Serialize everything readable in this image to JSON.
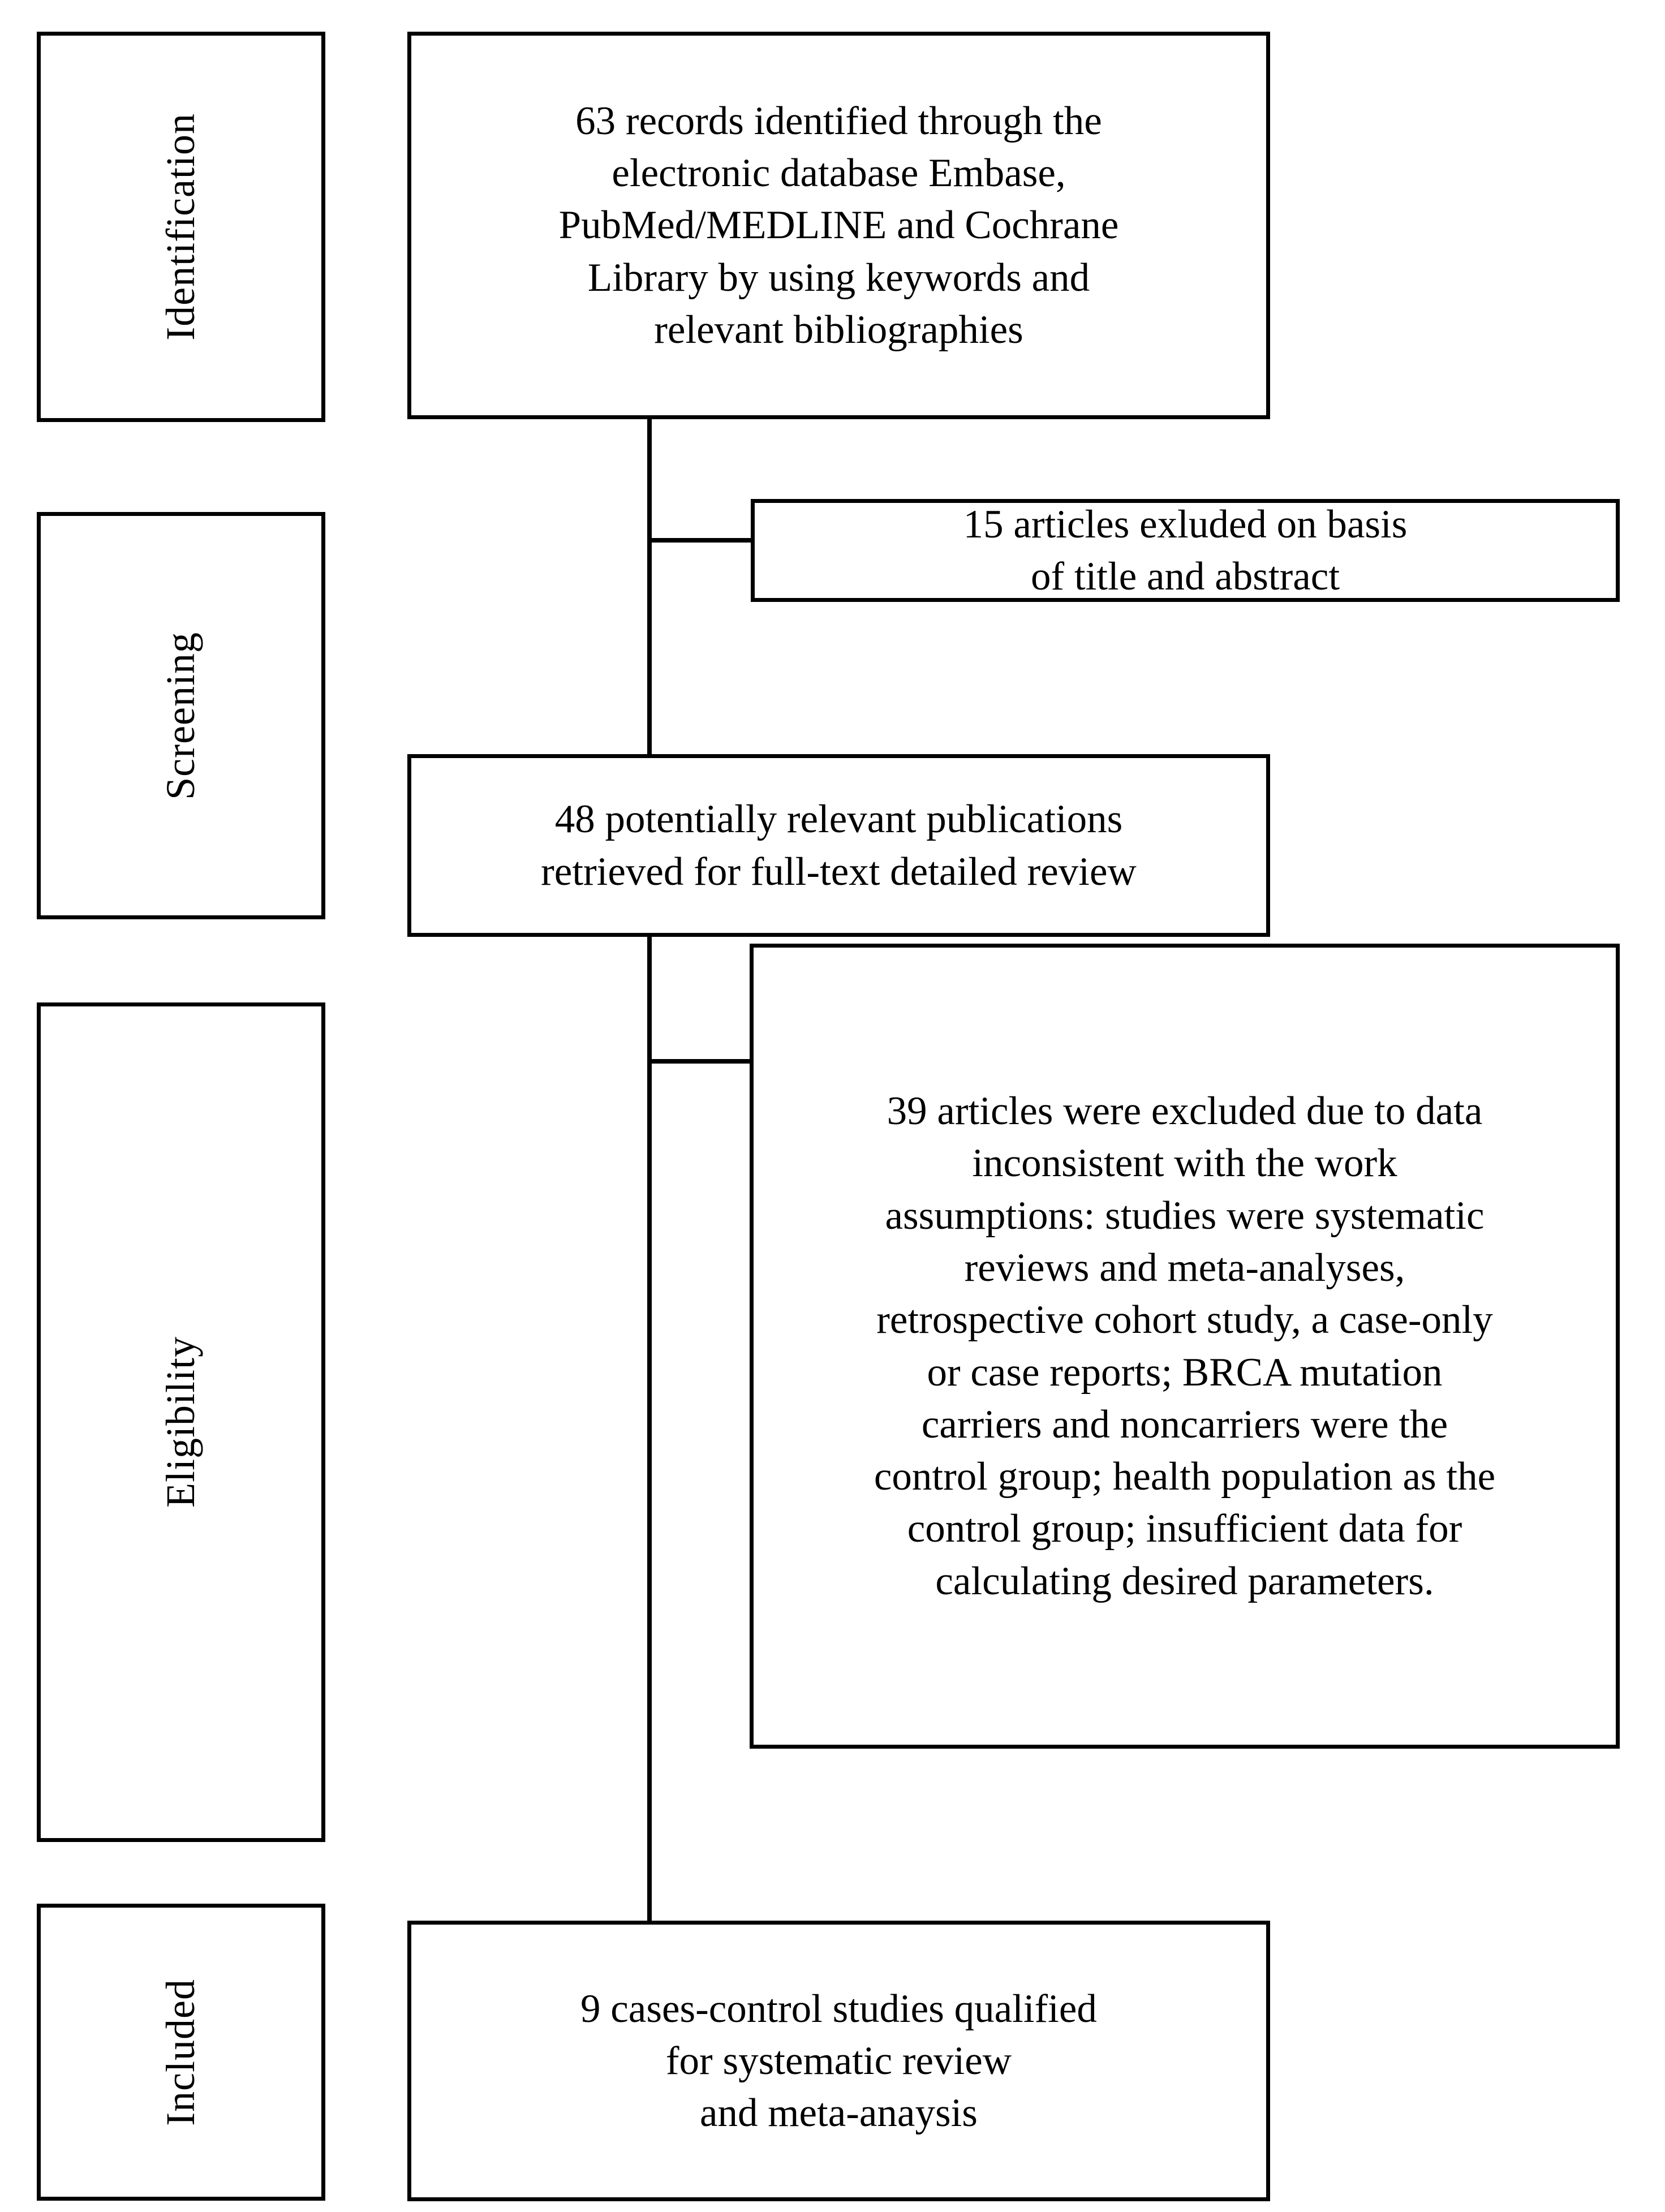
{
  "diagram": {
    "type": "prisma-flow-diagram",
    "stages": [
      {
        "id": "identification",
        "label": "Identification"
      },
      {
        "id": "screening",
        "label": "Screening"
      },
      {
        "id": "eligibility",
        "label": "Eligibility"
      },
      {
        "id": "included",
        "label": "Included"
      }
    ],
    "nodes": [
      {
        "id": "identified",
        "stage": "identification",
        "count": 63,
        "text": "63 records identified through the\nelectronic database Embase,\nPubMed/MEDLINE and Cochrane\nLibrary by using keywords and\nrelevant bibliographies"
      },
      {
        "id": "excluded-title-abstract",
        "stage": "screening",
        "count": 15,
        "text": "15 articles exluded on basis\nof title and abstract"
      },
      {
        "id": "retrieved-fulltext",
        "stage": "screening",
        "count": 48,
        "text": "48 potentially relevant publications\nretrieved for full-text detailed review"
      },
      {
        "id": "excluded-fulltext",
        "stage": "eligibility",
        "count": 39,
        "text": "39 articles were excluded due to data\ninconsistent with the work\nassumptions: studies were systematic\nreviews and meta-analyses,\nretrospective cohort study, a case-only\nor case reports; BRCA mutation\ncarriers and noncarriers were the\ncontrol group; health population as the\ncontrol group; insufficient data for\ncalculating desired parameters."
      },
      {
        "id": "included-studies",
        "stage": "included",
        "count": 9,
        "text": "9 cases-control studies qualified\nfor systematic review\nand meta-anaysis"
      }
    ],
    "colors": {
      "border": "#000000",
      "background": "#ffffff",
      "text": "#000000",
      "connector": "#000000"
    }
  }
}
